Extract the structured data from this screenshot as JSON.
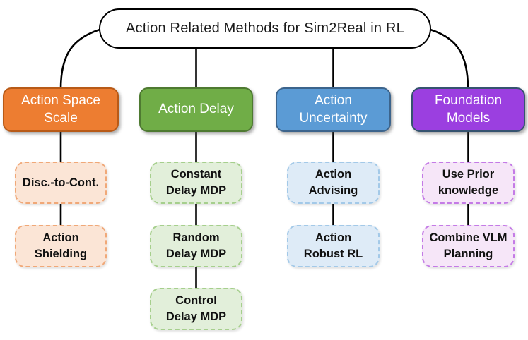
{
  "diagram_title": "Action Related Methods for Sim2Real in RL",
  "root": {
    "label": "Action Related Methods for Sim2Real in RL"
  },
  "columns": [
    {
      "id": "action-space-scale",
      "header": {
        "label": [
          "Action Space",
          "Scale"
        ]
      },
      "colors": {
        "header_fill": "#ED7D31",
        "header_border": "#B85A17",
        "leaf_fill": "#FBE5D6",
        "leaf_border": "#F0A878"
      },
      "children": [
        {
          "label": [
            "Disc.-to-Cont."
          ]
        },
        {
          "label": [
            "Action Shielding"
          ]
        }
      ]
    },
    {
      "id": "action-delay",
      "header": {
        "label": [
          "Action Delay"
        ]
      },
      "colors": {
        "header_fill": "#70AD47",
        "header_border": "#4E7A31",
        "leaf_fill": "#E2EFDA",
        "leaf_border": "#A6CF8D"
      },
      "children": [
        {
          "label": [
            "Constant",
            "Delay MDP"
          ]
        },
        {
          "label": [
            "Random",
            "Delay MDP"
          ]
        },
        {
          "label": [
            "Control",
            "Delay MDP"
          ]
        }
      ]
    },
    {
      "id": "action-uncertainty",
      "header": {
        "label": [
          "Action",
          "Uncertainty"
        ]
      },
      "colors": {
        "header_fill": "#5B9BD5",
        "header_border": "#3C648C",
        "leaf_fill": "#DEEBF7",
        "leaf_border": "#A3C9E8"
      },
      "children": [
        {
          "label": [
            "Action",
            "Advising"
          ]
        },
        {
          "label": [
            "Action",
            "Robust RL"
          ]
        }
      ]
    },
    {
      "id": "foundation-models",
      "header": {
        "label": [
          "Foundation",
          "Models"
        ]
      },
      "colors": {
        "header_fill": "#9B3FE0",
        "header_border": "#35536F",
        "leaf_fill": "#F6E6F8",
        "leaf_border": "#C47BE6"
      },
      "children": [
        {
          "label": [
            "Use Prior",
            "knowledge"
          ]
        },
        {
          "label": [
            "Combine VLM",
            "Planning"
          ]
        }
      ]
    }
  ],
  "connector_color": "#000000"
}
